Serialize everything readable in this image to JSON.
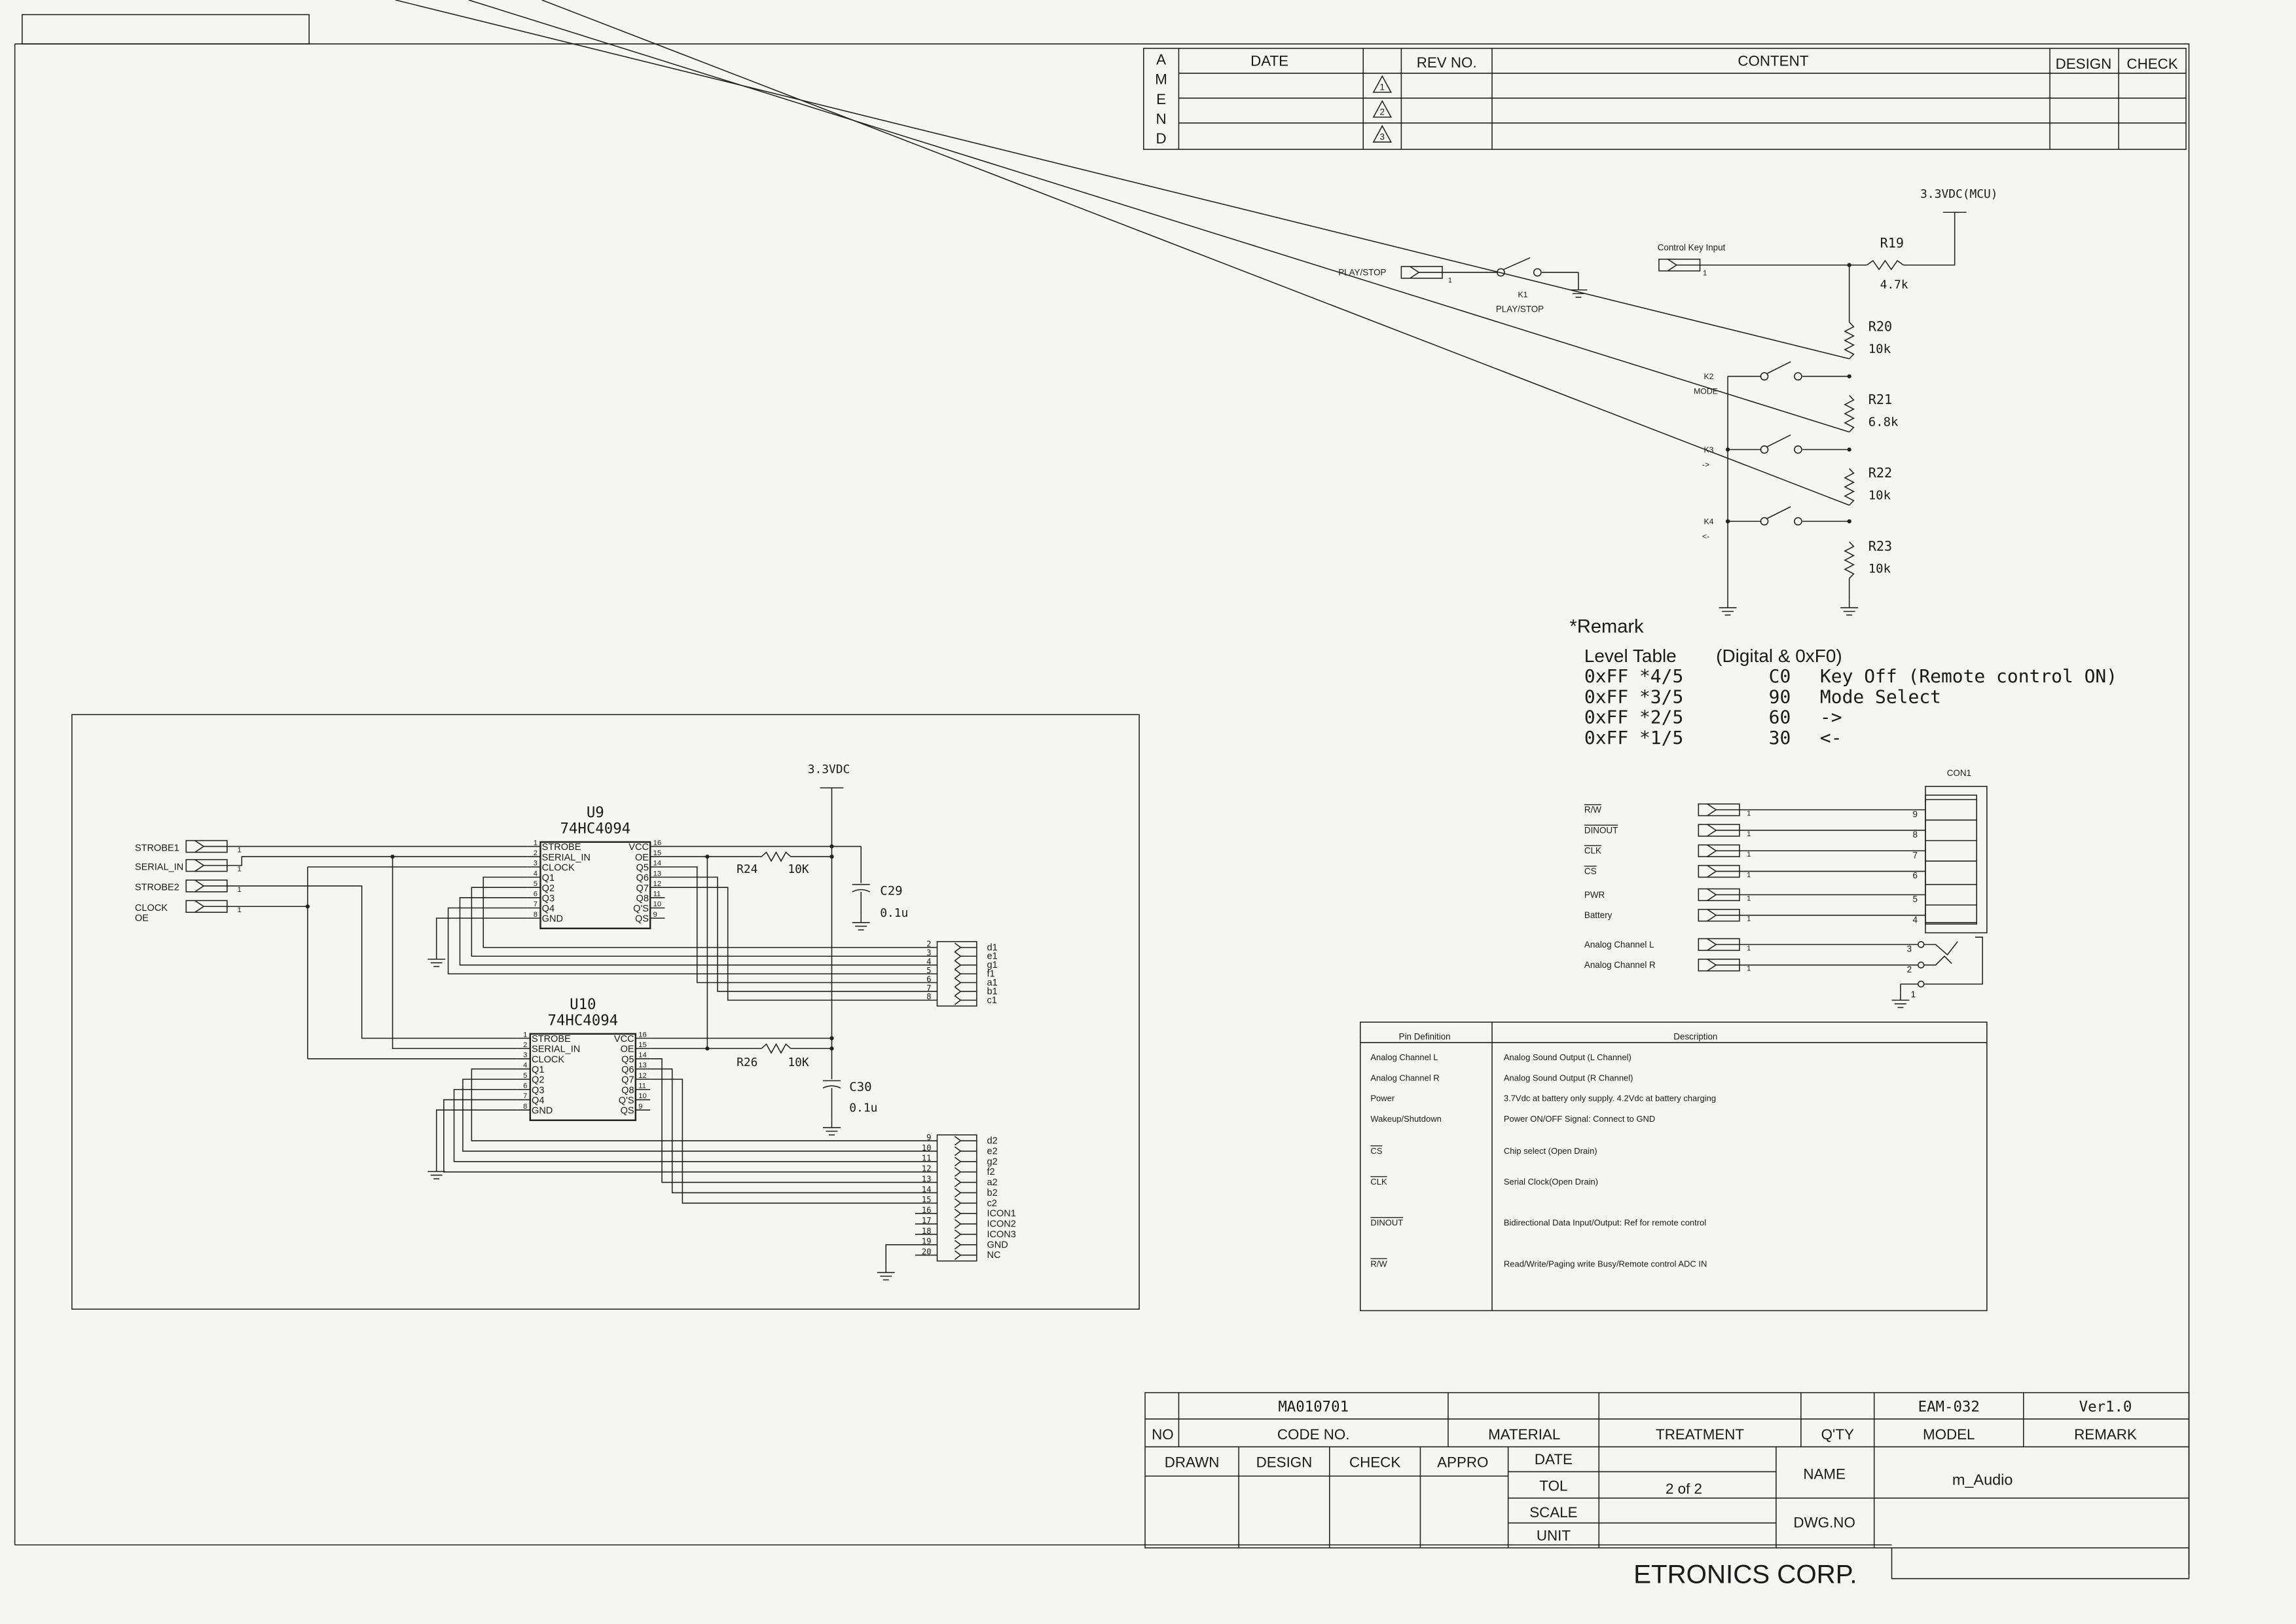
{
  "amend_table": {
    "side_letters": [
      "A",
      "M",
      "E",
      "N",
      "D"
    ],
    "headers": {
      "date": "DATE",
      "rev_no": "REV NO.",
      "content": "CONTENT",
      "design": "DESIGN",
      "check": "CHECK"
    },
    "rev_marks": [
      "1",
      "2",
      "3"
    ]
  },
  "shift_registers": [
    {
      "ref": "U9",
      "part": "74HC4094",
      "resistor": "R24",
      "resistor_value": "10K",
      "cap": "C29",
      "cap_value": "0.1u"
    },
    {
      "ref": "U10",
      "part": "74HC4094",
      "resistor": "R26",
      "resistor_value": "10K",
      "cap": "C30",
      "cap_value": "0.1u"
    }
  ],
  "chip_pins": {
    "left": [
      {
        "n": "1",
        "name": "STROBE"
      },
      {
        "n": "2",
        "name": "SERIAL_IN"
      },
      {
        "n": "3",
        "name": "CLOCK"
      },
      {
        "n": "4",
        "name": "Q1"
      },
      {
        "n": "5",
        "name": "Q2"
      },
      {
        "n": "6",
        "name": "Q3"
      },
      {
        "n": "7",
        "name": "Q4"
      },
      {
        "n": "8",
        "name": "GND"
      }
    ],
    "right": [
      {
        "n": "16",
        "name": "VCC"
      },
      {
        "n": "15",
        "name": "OE"
      },
      {
        "n": "14",
        "name": "Q5"
      },
      {
        "n": "13",
        "name": "Q6"
      },
      {
        "n": "12",
        "name": "Q7"
      },
      {
        "n": "11",
        "name": "Q8"
      },
      {
        "n": "10",
        "name": "Q'S"
      },
      {
        "n": "9",
        "name": "QS"
      }
    ]
  },
  "power_label": "3.3VDC",
  "inputs": {
    "labels": [
      "STROBE1",
      "SERIAL_IN",
      "STROBE2",
      "CLOCK",
      "OE"
    ],
    "pin": "1"
  },
  "header1": [
    {
      "n": "2",
      "sig": "d1"
    },
    {
      "n": "3",
      "sig": "e1"
    },
    {
      "n": "4",
      "sig": "g1"
    },
    {
      "n": "5",
      "sig": "f1"
    },
    {
      "n": "6",
      "sig": "a1"
    },
    {
      "n": "7",
      "sig": "b1"
    },
    {
      "n": "8",
      "sig": "c1"
    }
  ],
  "header2": [
    {
      "n": "9",
      "sig": "d2"
    },
    {
      "n": "10",
      "sig": "e2"
    },
    {
      "n": "11",
      "sig": "g2"
    },
    {
      "n": "12",
      "sig": "f2"
    },
    {
      "n": "13",
      "sig": "a2"
    },
    {
      "n": "14",
      "sig": "b2"
    },
    {
      "n": "15",
      "sig": "c2"
    },
    {
      "n": "16",
      "sig": "ICON1"
    },
    {
      "n": "17",
      "sig": "ICON2"
    },
    {
      "n": "18",
      "sig": "ICON3"
    },
    {
      "n": "19",
      "sig": "GND"
    },
    {
      "n": "20",
      "sig": "NC"
    }
  ],
  "keys": {
    "play_stop_port": "PLAY/STOP",
    "port_pin": "1",
    "k1_ref": "K1",
    "k1_name": "PLAY/STOP",
    "control_key_input": "Control Key Input",
    "mcu_supply": "3.3VDC(MCU)",
    "pullup": {
      "ref": "R19",
      "value": "4.7k"
    },
    "ladder": [
      {
        "ref": "R20",
        "value": "10k"
      },
      {
        "ref": "R21",
        "value": "6.8k"
      },
      {
        "ref": "R22",
        "value": "10k"
      },
      {
        "ref": "R23",
        "value": "10k"
      }
    ],
    "switches": [
      {
        "ref": "K2",
        "name": "MODE"
      },
      {
        "ref": "K3",
        "name": "->"
      },
      {
        "ref": "K4",
        "name": "<-"
      }
    ]
  },
  "remark": {
    "title": "*Remark",
    "header": [
      "Level Table",
      "(Digital & 0xF0)"
    ],
    "rows": [
      {
        "level": "0xFF *4/5",
        "code": "C0",
        "meaning": "Key Off (Remote control ON)"
      },
      {
        "level": "0xFF *3/5",
        "code": "90",
        "meaning": "Mode Select"
      },
      {
        "level": "0xFF *2/5",
        "code": "60",
        "meaning": "->"
      },
      {
        "level": "0xFF *1/5",
        "code": "30",
        "meaning": "<-"
      }
    ]
  },
  "con1": {
    "ref": "CON1",
    "pins": [
      {
        "label": "R/W",
        "n": "9",
        "overline": true
      },
      {
        "label": "DINOUT",
        "n": "8",
        "overline": true
      },
      {
        "label": "CLK",
        "n": "7",
        "overline": true
      },
      {
        "label": "CS",
        "n": "6",
        "overline": true
      },
      {
        "label": "PWR",
        "n": "5",
        "overline": false
      },
      {
        "label": "Battery",
        "n": "4",
        "overline": false
      }
    ],
    "jack": [
      {
        "label": "Analog Channel L",
        "n": "3"
      },
      {
        "label": "Analog Channel R",
        "n": "2"
      }
    ],
    "jack_gnd_pin": "1",
    "port_pin": "1"
  },
  "pin_table": {
    "headers": [
      "Pin Definition",
      "Description"
    ],
    "rows": [
      {
        "pin": "Analog Channel L",
        "desc": "Analog Sound Output (L Channel)",
        "overline": false
      },
      {
        "pin": "Analog Channel R",
        "desc": "Analog Sound Output (R Channel)",
        "overline": false
      },
      {
        "pin": "Power",
        "desc": "3.7Vdc at battery only supply. 4.2Vdc at battery charging",
        "overline": false
      },
      {
        "pin": "Wakeup/Shutdown",
        "desc": "Power ON/OFF Signal: Connect to GND",
        "overline": false
      },
      {
        "pin": "CS",
        "desc": "Chip select (Open Drain)",
        "overline": true
      },
      {
        "pin": "CLK",
        "desc": "Serial Clock(Open Drain)",
        "overline": true
      },
      {
        "pin": "DINOUT",
        "desc": "Bidirectional Data Input/Output: Ref for remote control",
        "overline": true
      },
      {
        "pin": "R/W",
        "desc": "Read/Write/Paging write Busy/Remote control ADC IN",
        "overline": true
      }
    ]
  },
  "title_block": {
    "code_no_value": "MA010701",
    "model_value": "EAM-032",
    "remark_value": "Ver1.0",
    "labels": {
      "no": "NO",
      "code_no": "CODE NO.",
      "material": "MATERIAL",
      "treatment": "TREATMENT",
      "qty": "Q'TY",
      "model": "MODEL",
      "remark": "REMARK",
      "drawn": "DRAWN",
      "design": "DESIGN",
      "check": "CHECK",
      "appro": "APPRO",
      "date": "DATE",
      "tol": "TOL",
      "scale": "SCALE",
      "unit": "UNIT",
      "name": "NAME",
      "dwg_no": "DWG.NO"
    },
    "sheet": "2 of 2",
    "name_value": "m_Audio",
    "company": "ETRONICS CORP."
  }
}
